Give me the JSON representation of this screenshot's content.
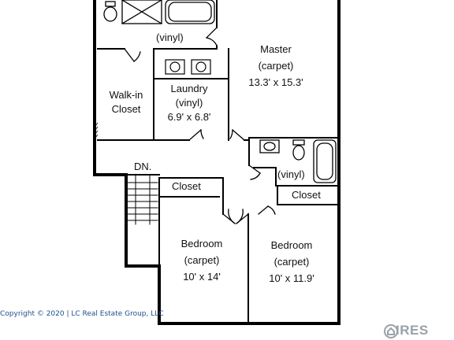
{
  "rooms": {
    "master": {
      "name": "Master",
      "floor": "(carpet)",
      "size": "13.3' x 15.3'"
    },
    "master_bath": {
      "floor": "(vinyl)"
    },
    "laundry": {
      "name": "Laundry",
      "floor": "(vinyl)",
      "size": "6.9' x 6.8'"
    },
    "walk_in_closet": {
      "line1": "Walk-in",
      "line2": "Closet"
    },
    "hall_bath": {
      "floor": "(vinyl)"
    },
    "stairs": {
      "label": "DN."
    },
    "closet_left": {
      "label": "Closet"
    },
    "closet_right": {
      "label": "Closet"
    },
    "bedroom_left": {
      "name": "Bedroom",
      "floor": "(carpet)",
      "size": "10' x 14'"
    },
    "bedroom_right": {
      "name": "Bedroom",
      "floor": "(carpet)",
      "size": "10' x 11.9'"
    }
  },
  "footer": {
    "copyright": "Copyright © 2020 | LC Real Estate Group, LLC",
    "logo": "IRES"
  }
}
